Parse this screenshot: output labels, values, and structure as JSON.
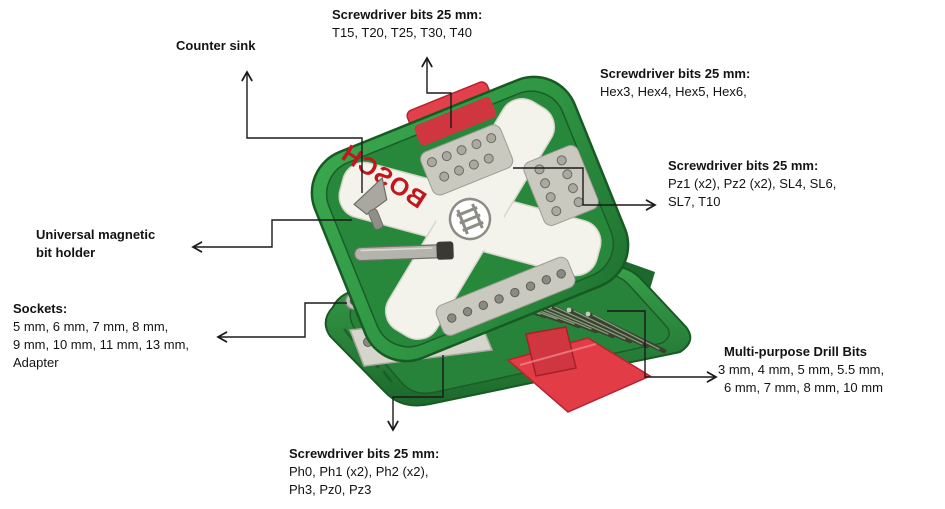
{
  "page": {
    "type": "annotated-product-diagram",
    "background": "#ffffff"
  },
  "product": {
    "brand": "BOSCH",
    "colors": {
      "case_green": "#2e9442",
      "case_green_dark": "#1d682c",
      "case_green_deep": "#175a24",
      "case_green_light": "#63c272",
      "latch_red": "#e2414b",
      "logo_red": "#c2151c",
      "panel_white": "#f3f3ec",
      "holder_gray": "#c9c9bf",
      "metal_gray": "#a9a9a0",
      "stand_red": "#e23c46",
      "line_black": "#1a1a1a"
    }
  },
  "callouts": {
    "torx": {
      "title": "Screwdriver bits 25 mm:",
      "lines": [
        "T15, T20, T25, T30, T40"
      ]
    },
    "counter_sink": {
      "title": "Counter sink"
    },
    "hex": {
      "title": "Screwdriver bits 25 mm:",
      "lines": [
        "Hex3, Hex4, Hex5, Hex6,"
      ]
    },
    "pz_sl": {
      "title": "Screwdriver bits 25 mm:",
      "lines": [
        "Pz1 (x2), Pz2 (x2), SL4, SL6,",
        "SL7, T10"
      ]
    },
    "bit_holder": {
      "title": "Universal magnetic bit holder"
    },
    "sockets": {
      "title": "Sockets:",
      "lines": [
        "5 mm, 6 mm, 7 mm, 8 mm,",
        "9 mm, 10 mm, 11 mm, 13 mm,",
        "Adapter"
      ]
    },
    "drill_bits": {
      "title": "Multi-purpose Drill Bits",
      "lines": [
        "3 mm, 4 mm, 5 mm, 5.5 mm,",
        "6 mm, 7 mm, 8 mm, 10 mm"
      ]
    },
    "ph_pz": {
      "title": "Screwdriver bits 25 mm:",
      "lines": [
        "Ph0, Ph1 (x2), Ph2 (x2),",
        "Ph3, Pz0, Pz3"
      ]
    }
  }
}
